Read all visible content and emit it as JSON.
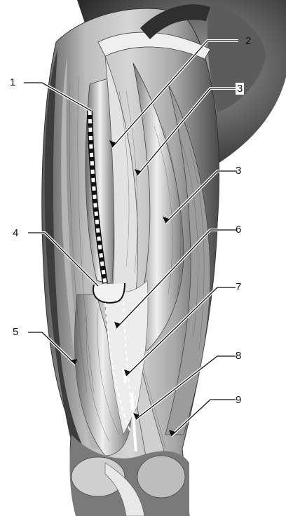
{
  "labels": [
    {
      "id": "l1",
      "text": "1"
    },
    {
      "id": "l2",
      "text": "2"
    },
    {
      "id": "l3a",
      "text": "3"
    },
    {
      "id": "l3b",
      "text": "3"
    },
    {
      "id": "l4",
      "text": "4"
    },
    {
      "id": "l5",
      "text": "5"
    },
    {
      "id": "l6",
      "text": "6"
    },
    {
      "id": "l7",
      "text": "7"
    },
    {
      "id": "l8",
      "text": "8"
    },
    {
      "id": "l9",
      "text": "9"
    }
  ],
  "colors": {
    "background": "#ffffff",
    "muscle_dark": "#3a3a3a",
    "muscle_mid": "#8a8a8a",
    "muscle_light": "#d9d9d9",
    "leader": "#111111",
    "leader_halo": "#ffffff"
  }
}
